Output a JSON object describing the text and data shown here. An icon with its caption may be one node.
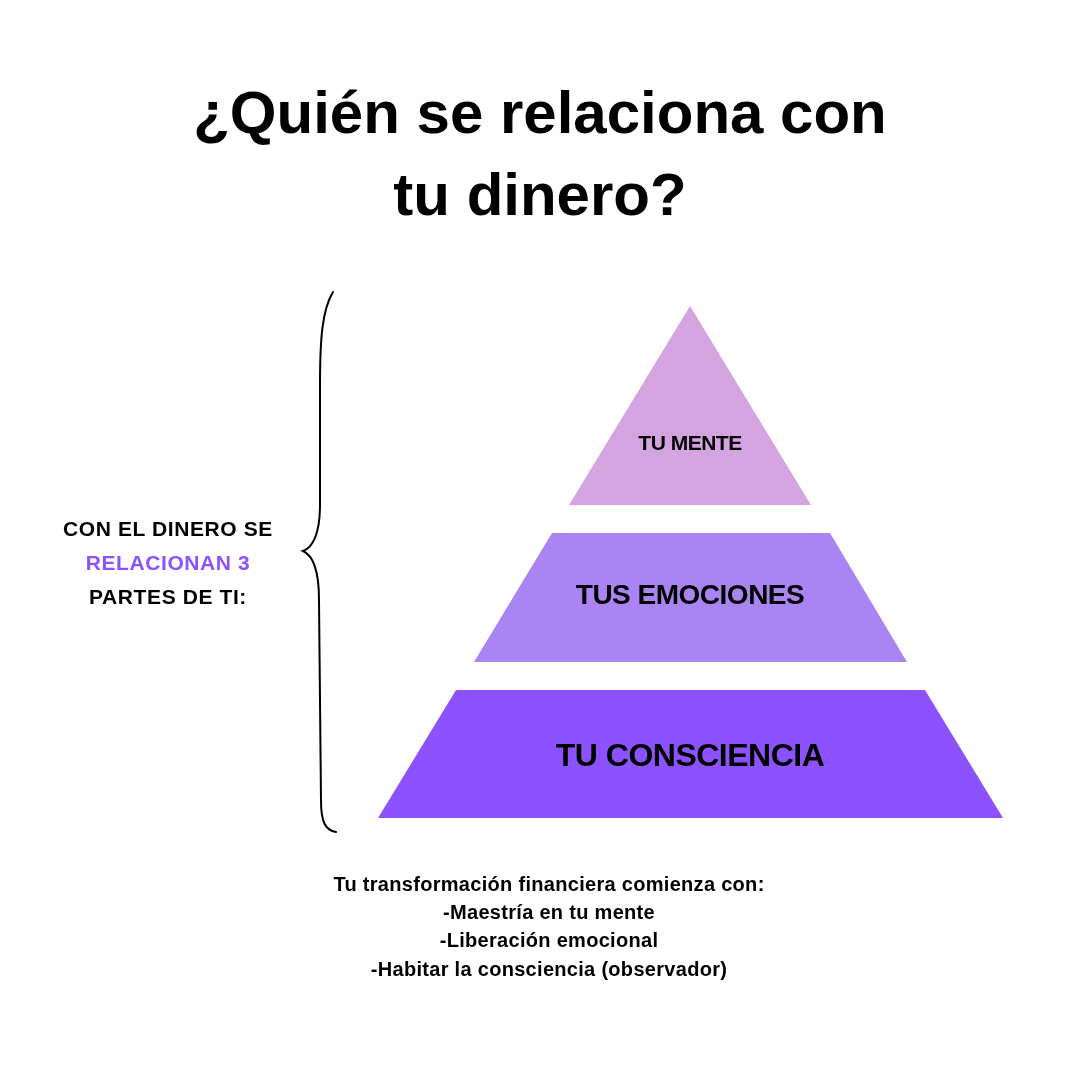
{
  "diagram": {
    "title": "¿Quién se relaciona con tu dinero?",
    "nodes": [
      {
        "text": [
          "TU MENTE"
        ]
      },
      {
        "text": [
          "TUS EMOCIONES"
        ]
      },
      {
        "text": [
          "TU CONSCIENCIA"
        ]
      }
    ],
    "labels": [
      "CON EL DINERO SE **RELACIONAN 3** PARTES DE TI:",
      "Tu transformación financiera comienza con:",
      "-Maestría en tu mente",
      "-Liberación emocional",
      "-Habitar la consciencia (observador)"
    ]
  }
}
